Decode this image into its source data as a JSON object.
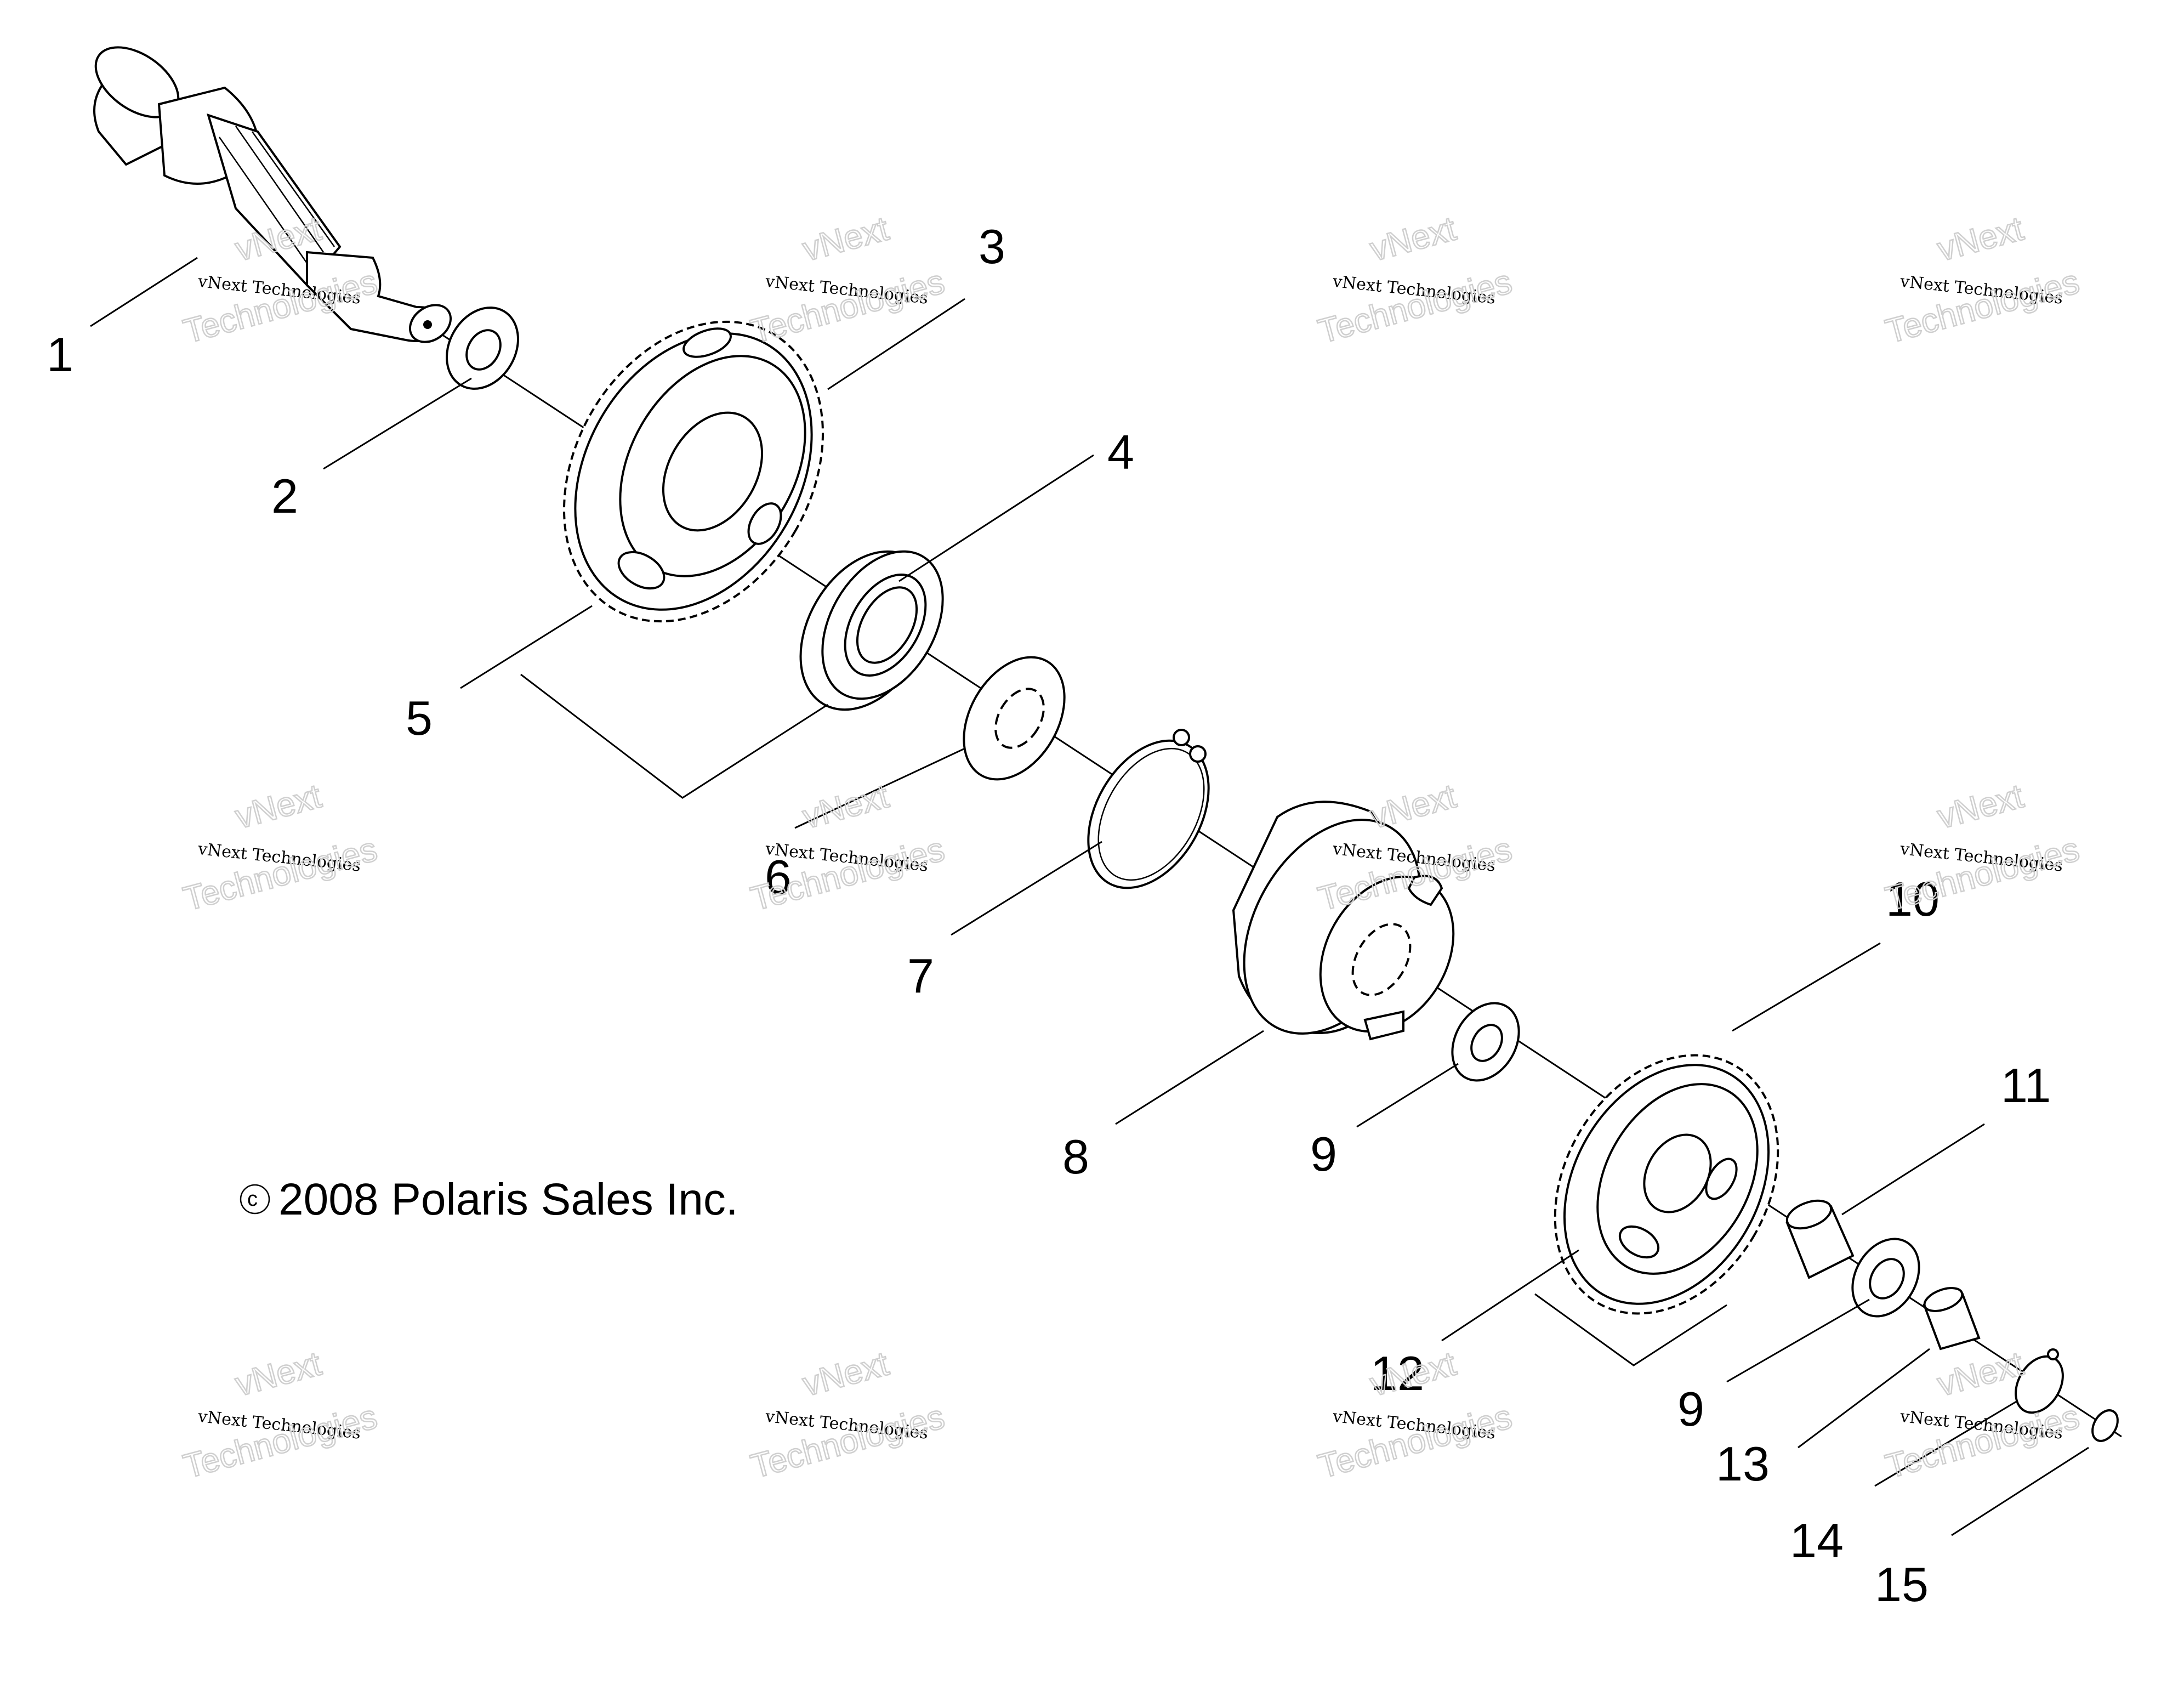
{
  "copyright": {
    "symbol": "c",
    "text": "2008 Polaris Sales Inc."
  },
  "watermark": {
    "line1": "vNext Technologies",
    "line2": "Technologies",
    "line3": "vNext"
  },
  "callouts": [
    "1",
    "2",
    "3",
    "4",
    "5",
    "6",
    "7",
    "8",
    "9",
    "10",
    "11",
    "9",
    "12",
    "13",
    "14",
    "15"
  ]
}
